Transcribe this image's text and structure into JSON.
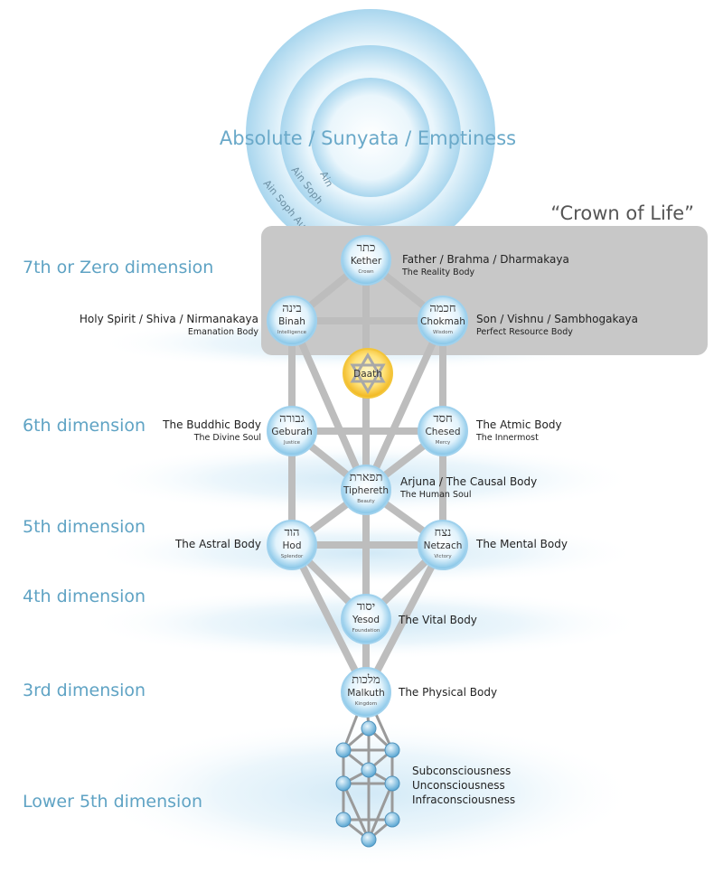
{
  "title": "Absolute / Sunyata / Emptiness",
  "ain_labels": [
    "Ain",
    "Ain Soph",
    "Ain Soph Aur"
  ],
  "crown_of_life": "“Crown of Life”",
  "dimensions": [
    "7th or Zero dimension",
    "6th dimension",
    "5th dimension",
    "4th dimension",
    "3rd dimension",
    "Lower 5th dimension"
  ],
  "sephiroth": {
    "kether": {
      "hebrew": "כתר",
      "name": "Kether",
      "meaning": "Crown"
    },
    "binah": {
      "hebrew": "בינה",
      "name": "Binah",
      "meaning": "Intelligence"
    },
    "chokmah": {
      "hebrew": "חכמה",
      "name": "Chokmah",
      "meaning": "Wisdom"
    },
    "daath": {
      "name": "Daath"
    },
    "geburah": {
      "hebrew": "גבורה",
      "name": "Geburah",
      "meaning": "Justice"
    },
    "chesed": {
      "hebrew": "חסד",
      "name": "Chesed",
      "meaning": "Mercy"
    },
    "tiphereth": {
      "hebrew": "תפארת",
      "name": "Tiphereth",
      "meaning": "Beauty"
    },
    "hod": {
      "hebrew": "הוד",
      "name": "Hod",
      "meaning": "Splendor"
    },
    "netzach": {
      "hebrew": "נצח",
      "name": "Netzach",
      "meaning": "Victory"
    },
    "yesod": {
      "hebrew": "יסוד",
      "name": "Yesod",
      "meaning": "Foundation"
    },
    "malkuth": {
      "hebrew": "מלכות",
      "name": "Malkuth",
      "meaning": "Kingdom"
    }
  },
  "bodies": {
    "kether": {
      "main": "Father / Brahma / Dharmakaya",
      "sub": "The Reality Body"
    },
    "binah": {
      "main": "Holy Spirit / Shiva / Nirmanakaya",
      "sub": "Emanation Body"
    },
    "chokmah": {
      "main": "Son / Vishnu / Sambhogakaya",
      "sub": "Perfect Resource Body"
    },
    "geburah": {
      "main": "The Buddhic Body",
      "sub": "The Divine Soul"
    },
    "chesed": {
      "main": "The Atmic Body",
      "sub": "The Innermost"
    },
    "tiphereth": {
      "main": "Arjuna / The Causal Body",
      "sub": "The Human Soul"
    },
    "hod": {
      "main": "The Astral Body"
    },
    "netzach": {
      "main": "The Mental Body"
    },
    "yesod": {
      "main": "The Vital Body"
    },
    "malkuth": {
      "main": "The Physical Body"
    }
  },
  "lower_states": [
    "Subconsciousness",
    "Unconsciousness",
    "Infraconsciousness"
  ],
  "colors": {
    "dimension_label": "#5fa3c4",
    "sphere": "#bfe3f5",
    "daath": "#f5c431",
    "crown_box": "#c8c8c8",
    "path": "#bdbdbd"
  }
}
